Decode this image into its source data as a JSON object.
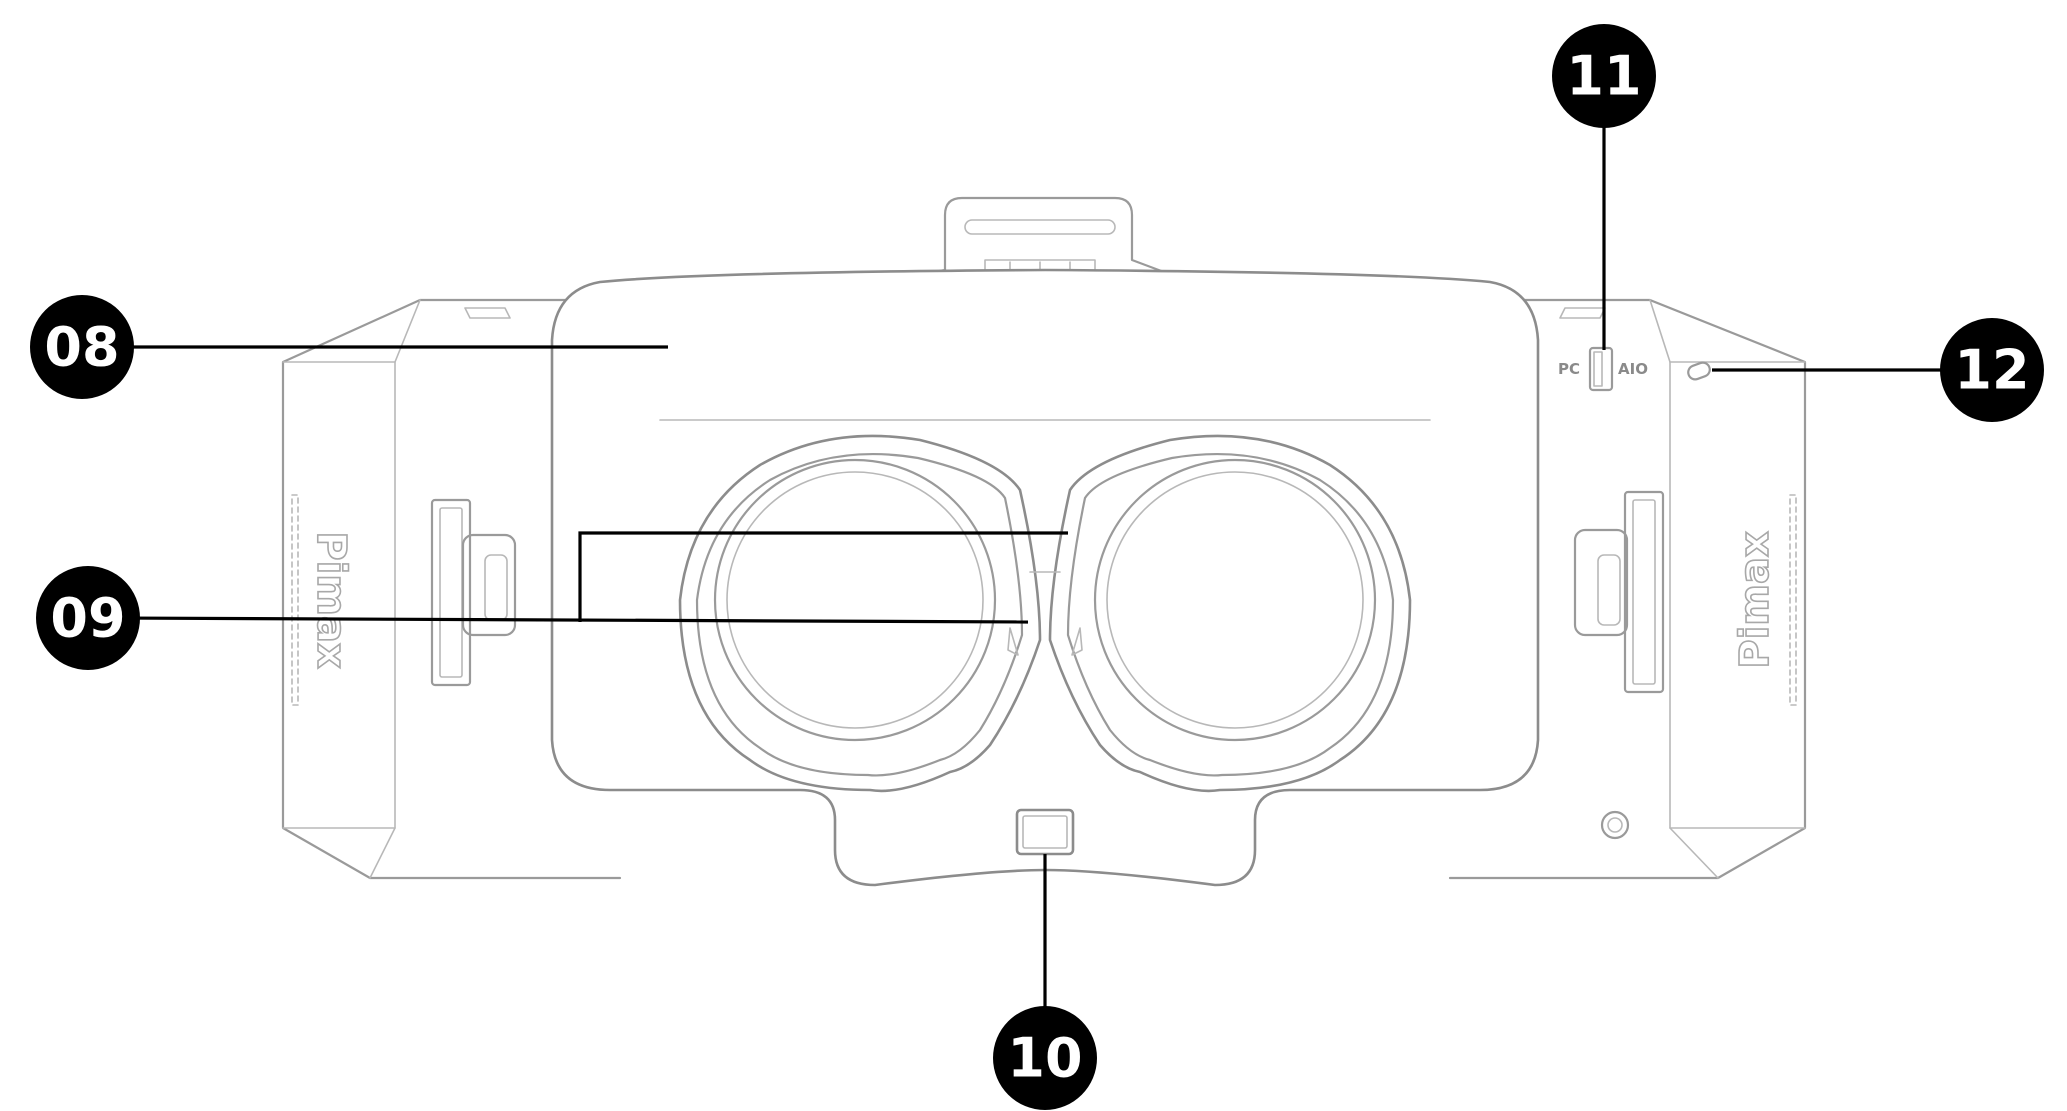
{
  "callouts": [
    {
      "id": "08",
      "label": "08"
    },
    {
      "id": "09",
      "label": "09"
    },
    {
      "id": "10",
      "label": "10"
    },
    {
      "id": "11",
      "label": "11"
    },
    {
      "id": "12",
      "label": "12"
    }
  ],
  "switch": {
    "left_label": "PC",
    "right_label": "AIO"
  },
  "brand": {
    "left": "Pimax",
    "right": "Pimax"
  },
  "colors": {
    "outline": "#9a9a9a",
    "callout": "#000000",
    "callout_text": "#ffffff"
  }
}
